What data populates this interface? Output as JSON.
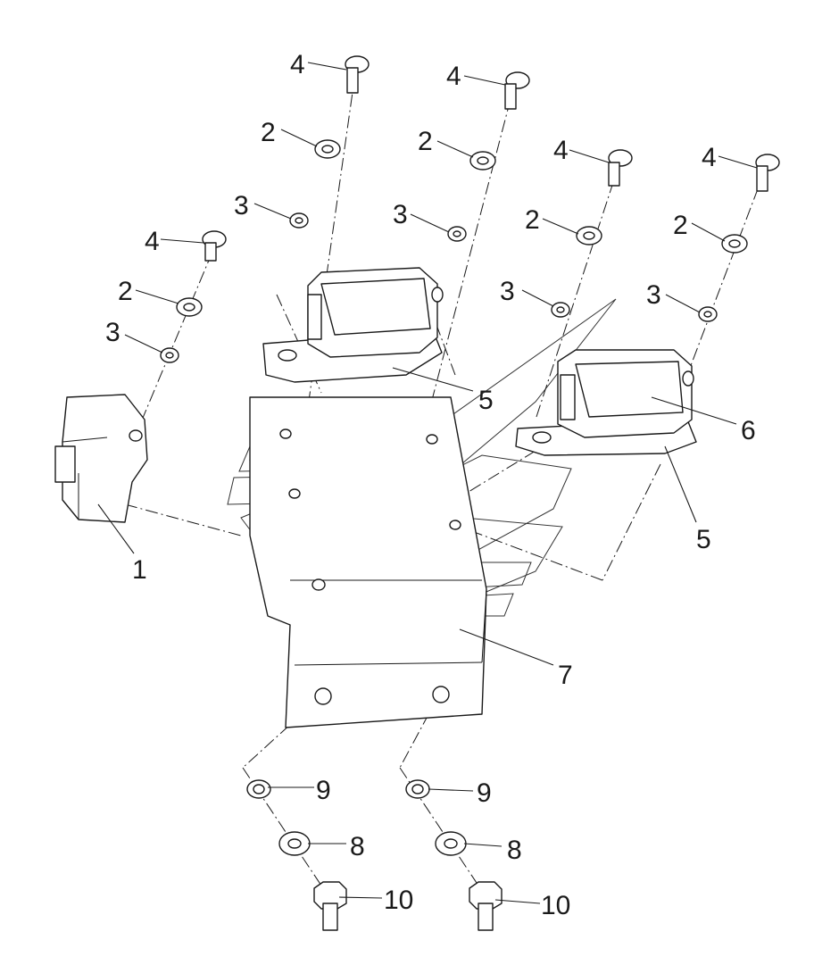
{
  "callouts": {
    "c4a": "4",
    "c4b": "4",
    "c4c": "4",
    "c4d": "4",
    "c4e": "4",
    "c2a": "2",
    "c2b": "2",
    "c2c": "2",
    "c2d": "2",
    "c2e": "2",
    "c3a": "3",
    "c3b": "3",
    "c3c": "3",
    "c3d": "3",
    "c3e": "3",
    "c1": "1",
    "c5a": "5",
    "c5b": "5",
    "c6": "6",
    "c7": "7",
    "c9a": "9",
    "c9b": "9",
    "c8a": "8",
    "c8b": "8",
    "c10a": "10",
    "c10b": "10"
  }
}
